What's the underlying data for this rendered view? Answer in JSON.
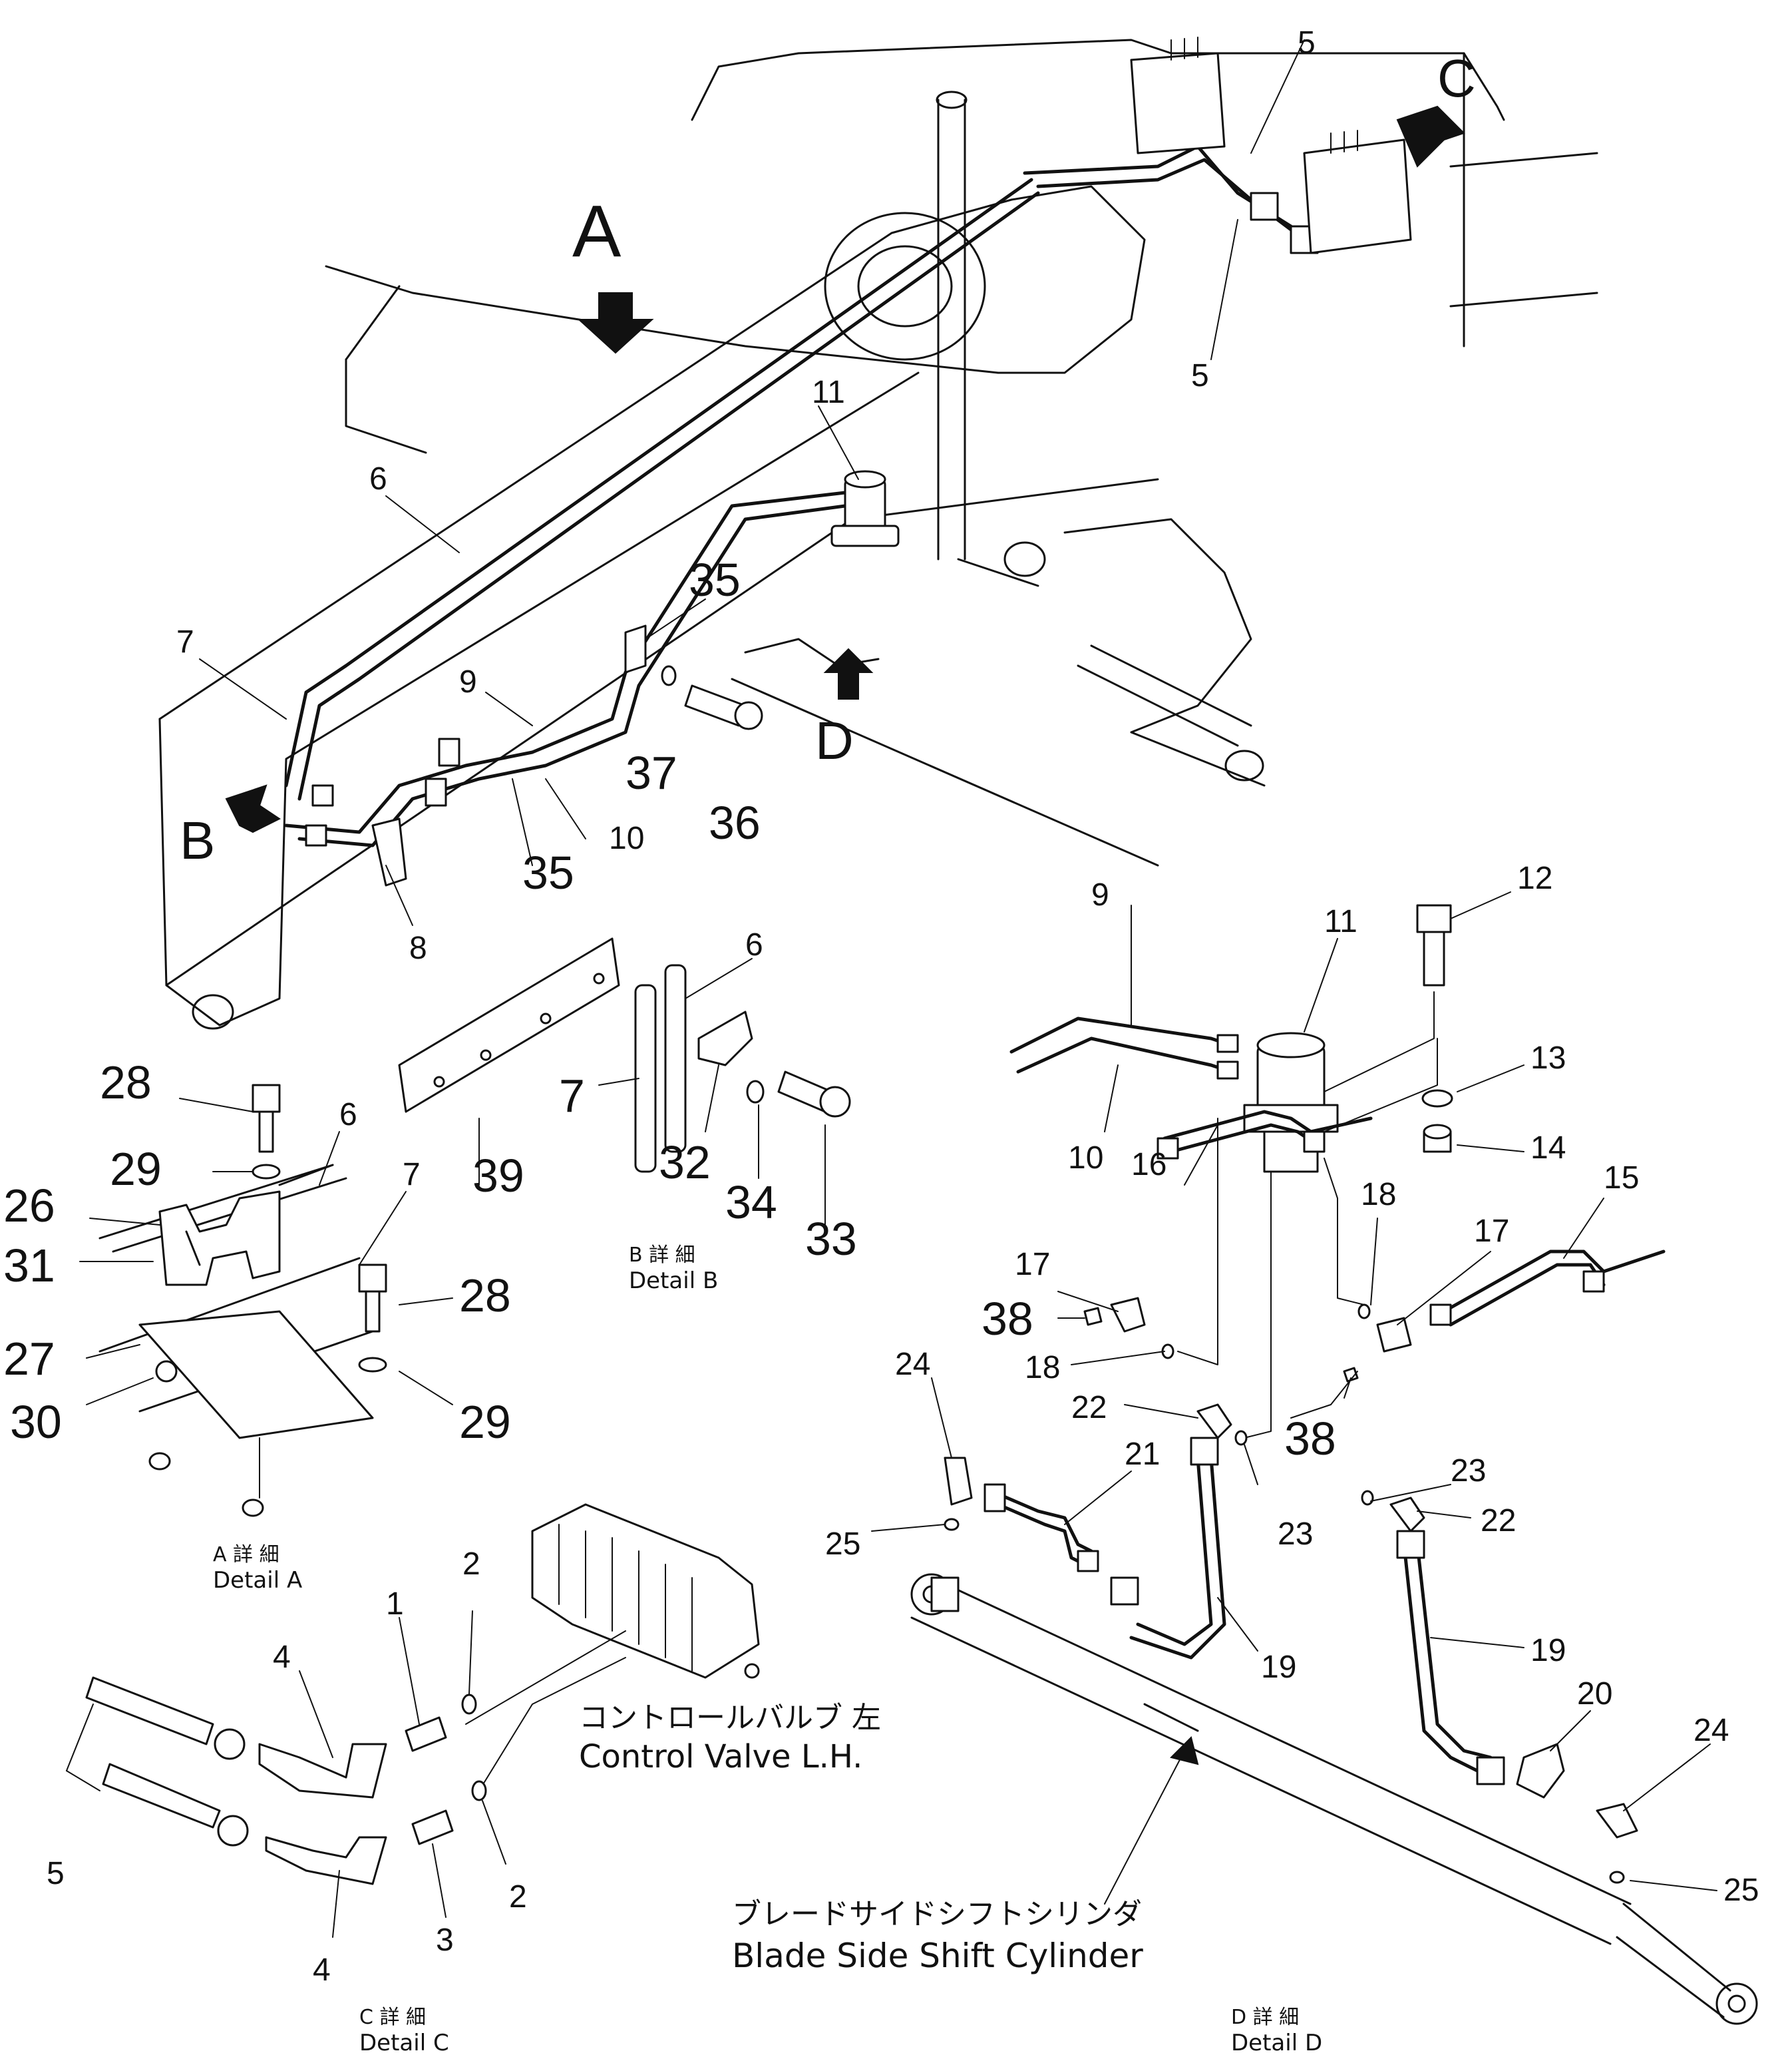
{
  "views": {
    "A": "A",
    "B": "B",
    "C": "C",
    "D": "D"
  },
  "callouts": {
    "c5a": "5",
    "c5b": "5",
    "c6": "6",
    "c7": "7",
    "c8": "8",
    "c9": "9",
    "c10": "10",
    "c11": "11",
    "c35a": "35",
    "c35b": "35",
    "c36": "36",
    "c37": "37",
    "dA_28a": "28",
    "dA_29a": "29",
    "dA_26": "26",
    "dA_31": "31",
    "dA_27": "27",
    "dA_30": "30",
    "dA_28b": "28",
    "dA_29b": "29",
    "dA_6": "6",
    "dA_7": "7",
    "dB_39": "39",
    "dB_7": "7",
    "dB_6": "6",
    "dB_32": "32",
    "dB_34": "34",
    "dB_33": "33",
    "dC_1": "1",
    "dC_2a": "2",
    "dC_2b": "2",
    "dC_3": "3",
    "dC_4a": "4",
    "dC_4b": "4",
    "dC_5": "5",
    "dD_9": "9",
    "dD_10": "10",
    "dD_11": "11",
    "dD_12": "12",
    "dD_13": "13",
    "dD_14": "14",
    "dD_15": "15",
    "dD_16": "16",
    "dD_17a": "17",
    "dD_17b": "17",
    "dD_18a": "18",
    "dD_18b": "18",
    "dD_38a": "38",
    "dD_38b": "38",
    "dD_19a": "19",
    "dD_19b": "19",
    "dD_20": "20",
    "dD_21": "21",
    "dD_22a": "22",
    "dD_22b": "22",
    "dD_23a": "23",
    "dD_23b": "23",
    "dD_24a": "24",
    "dD_24b": "24",
    "dD_25a": "25",
    "dD_25b": "25"
  },
  "details": {
    "A": {
      "jp": "A 詳 細",
      "en": "Detail A"
    },
    "B": {
      "jp": "B 詳 細",
      "en": "Detail B"
    },
    "C": {
      "jp": "C 詳 細",
      "en": "Detail C"
    },
    "D": {
      "jp": "D 詳 細",
      "en": "Detail D"
    }
  },
  "labels": {
    "control_valve_jp": "コントロールバルブ 左",
    "control_valve_en": "Control Valve L.H.",
    "cylinder_jp": "ブレードサイドシフトシリンダ",
    "cylinder_en": "Blade Side Shift Cylinder"
  }
}
